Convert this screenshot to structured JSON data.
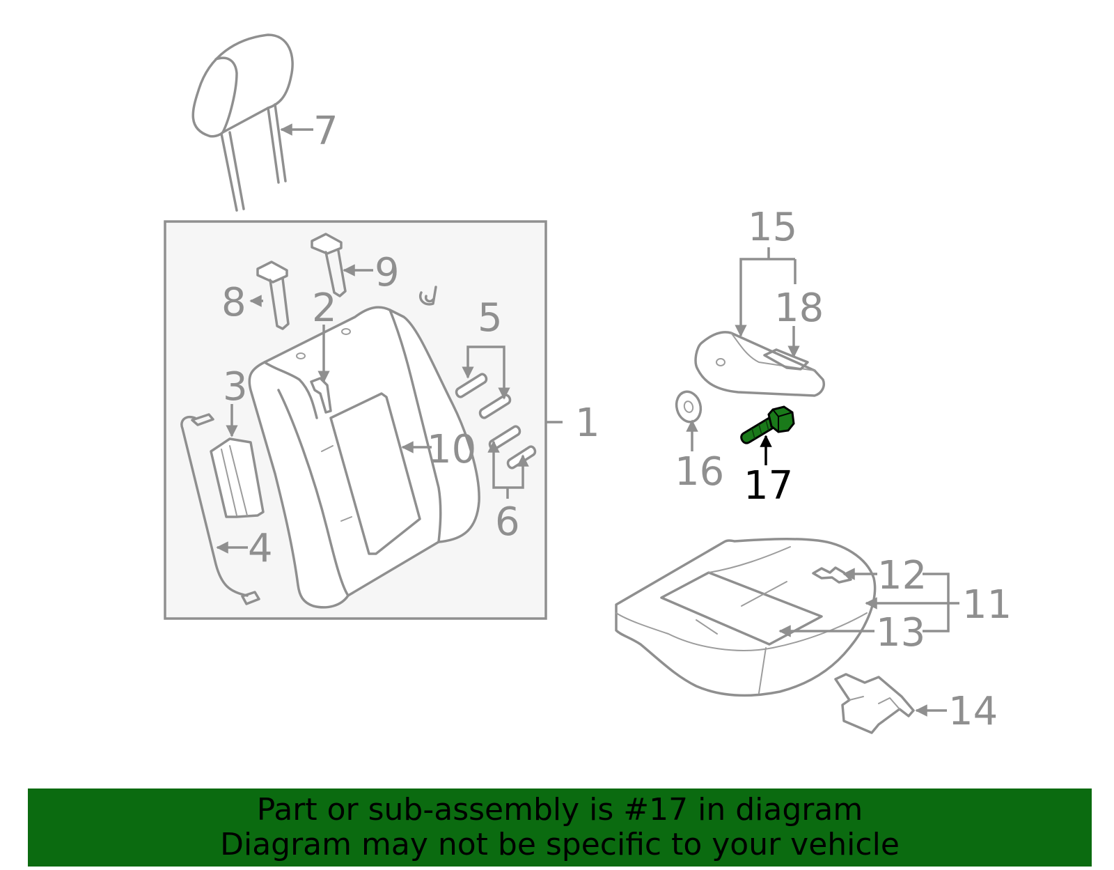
{
  "diagram": {
    "labels": {
      "p1": "1",
      "p2": "2",
      "p3": "3",
      "p4": "4",
      "p5": "5",
      "p6": "6",
      "p7": "7",
      "p8": "8",
      "p9": "9",
      "p10": "10",
      "p11": "11",
      "p12": "12",
      "p13": "13",
      "p14": "14",
      "p15": "15",
      "p16": "16",
      "p17": "17",
      "p18": "18"
    },
    "highlighted_part": "17",
    "colors": {
      "line": "#8f8f8f",
      "highlight_part": "#1a7a1a",
      "highlight_label": "#000000",
      "banner": "#0b6b10"
    }
  },
  "banner": {
    "line1": "Part or sub-assembly is #17 in diagram",
    "line2": "Diagram may not be specific to your vehicle"
  }
}
